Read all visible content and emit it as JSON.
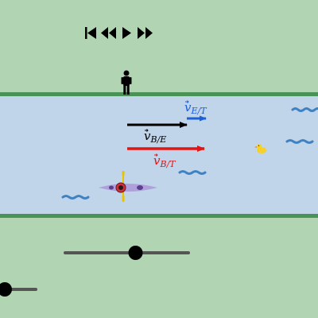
{
  "colors": {
    "grass": "#b1d5b3",
    "bank_edge": "#4a9356",
    "river": "#c0d4ea",
    "wave": "#3f82c3",
    "v_earth_water": "#1d5fd6",
    "v_boat_earth": "#000000",
    "v_boat_water": "#e01515",
    "slider_track": "#555555",
    "slider_knob": "#000000",
    "duck": "#f5d12b",
    "kayak": "#a98fd6",
    "paddler": "#d0303d"
  },
  "playback": {
    "buttons": [
      {
        "name": "skip-to-start",
        "icon": "skip-start-icon"
      },
      {
        "name": "rewind",
        "icon": "rewind-icon"
      },
      {
        "name": "play",
        "icon": "play-icon"
      },
      {
        "name": "fast-forward",
        "icon": "fast-forward-icon"
      }
    ]
  },
  "vectors": {
    "v_E_T": {
      "symbol": "v",
      "subscript": "E/T"
    },
    "v_B_E": {
      "symbol": "v",
      "subscript": "B/E"
    },
    "v_B_T": {
      "symbol": "v",
      "subscript": "B/T"
    }
  },
  "sliders": {
    "primary": {
      "value": 0.5
    },
    "secondary": {
      "value": 0.0
    }
  },
  "icons": {
    "observer": "person-icon",
    "duck": "duck-icon",
    "kayak": "kayak-icon"
  }
}
